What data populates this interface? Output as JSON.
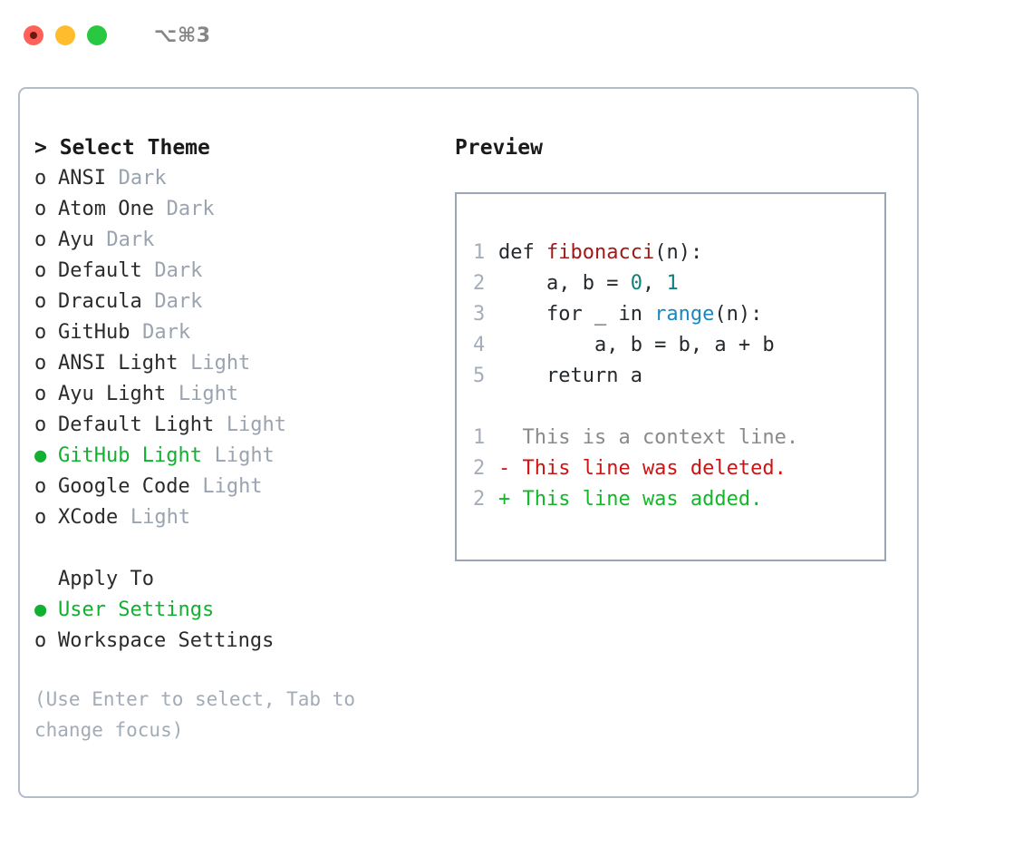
{
  "titlebar": {
    "shortcut": "⌥⌘3",
    "buttons": {
      "close": "close",
      "minimize": "minimize",
      "zoom": "zoom"
    }
  },
  "theme_picker": {
    "header": "> Select Theme",
    "items": [
      {
        "marker": "o",
        "label": "ANSI",
        "category": "Dark",
        "selected": false
      },
      {
        "marker": "o",
        "label": "Atom One",
        "category": "Dark",
        "selected": false
      },
      {
        "marker": "o",
        "label": "Ayu",
        "category": "Dark",
        "selected": false
      },
      {
        "marker": "o",
        "label": "Default",
        "category": "Dark",
        "selected": false
      },
      {
        "marker": "o",
        "label": "Dracula",
        "category": "Dark",
        "selected": false
      },
      {
        "marker": "o",
        "label": "GitHub",
        "category": "Dark",
        "selected": false
      },
      {
        "marker": "o",
        "label": "ANSI Light",
        "category": "Light",
        "selected": false
      },
      {
        "marker": "o",
        "label": "Ayu Light",
        "category": "Light",
        "selected": false
      },
      {
        "marker": "o",
        "label": "Default Light",
        "category": "Light",
        "selected": false
      },
      {
        "marker": "●",
        "label": "GitHub Light",
        "category": "Light",
        "selected": true
      },
      {
        "marker": "o",
        "label": "Google Code",
        "category": "Light",
        "selected": false
      },
      {
        "marker": "o",
        "label": "XCode",
        "category": "Light",
        "selected": false
      }
    ]
  },
  "apply_to": {
    "label": "Apply To",
    "options": [
      {
        "marker": "●",
        "label": "User Settings",
        "selected": true
      },
      {
        "marker": "o",
        "label": "Workspace Settings",
        "selected": false
      }
    ]
  },
  "hint": "(Use Enter to select, Tab to change focus)",
  "preview": {
    "title": "Preview",
    "code_lines": [
      {
        "num": "1",
        "segments": [
          {
            "text": "def ",
            "cls": "code-text"
          },
          {
            "text": "fibonacci",
            "cls": "tok-fn"
          },
          {
            "text": "(n):",
            "cls": "code-text"
          }
        ]
      },
      {
        "num": "2",
        "segments": [
          {
            "text": "    a, b = ",
            "cls": "code-text"
          },
          {
            "text": "0",
            "cls": "tok-num"
          },
          {
            "text": ", ",
            "cls": "code-text"
          },
          {
            "text": "1",
            "cls": "tok-num"
          }
        ]
      },
      {
        "num": "3",
        "segments": [
          {
            "text": "    for _ in ",
            "cls": "code-text"
          },
          {
            "text": "range",
            "cls": "tok-call"
          },
          {
            "text": "(n):",
            "cls": "code-text"
          }
        ]
      },
      {
        "num": "4",
        "segments": [
          {
            "text": "        a, b = b, a + b",
            "cls": "code-text"
          }
        ]
      },
      {
        "num": "5",
        "segments": [
          {
            "text": "    return a",
            "cls": "code-text"
          }
        ]
      }
    ],
    "diff_lines": [
      {
        "num": "1",
        "segments": [
          {
            "text": "  This is a context line.",
            "cls": "tok-ctx"
          }
        ]
      },
      {
        "num": "2",
        "segments": [
          {
            "text": "- This line was deleted.",
            "cls": "tok-del"
          }
        ]
      },
      {
        "num": "2",
        "segments": [
          {
            "text": "+ This line was added.",
            "cls": "tok-add"
          }
        ]
      }
    ]
  },
  "colors": {
    "accent_green": "#12b031",
    "muted_gray": "#9aa3b0",
    "border": "#b3bcc9",
    "code_border": "#9aa6b5",
    "function": "#a01818",
    "number": "#0f7f7c",
    "call": "#1a87c2",
    "diff_delete": "#cc1414",
    "diff_add": "#14b62a",
    "context": "#8a8a8a"
  }
}
